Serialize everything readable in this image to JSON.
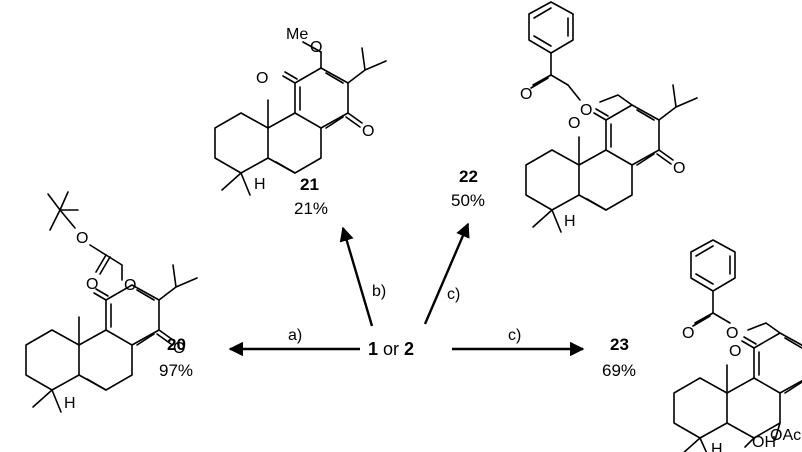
{
  "start": {
    "a": "1",
    "or": " or ",
    "b": "2"
  },
  "conditions": {
    "a": "a)",
    "b": "b)",
    "c_up": "c)",
    "c_right": "c)"
  },
  "compounds": [
    {
      "id": "20",
      "yield": "97%"
    },
    {
      "id": "21",
      "yield": "21%"
    },
    {
      "id": "22",
      "yield": "50%"
    },
    {
      "id": "23",
      "yield": "69%"
    }
  ],
  "atoms": {
    "O": "O",
    "H": "H",
    "OH": "OH",
    "OAc": "OAc"
  }
}
